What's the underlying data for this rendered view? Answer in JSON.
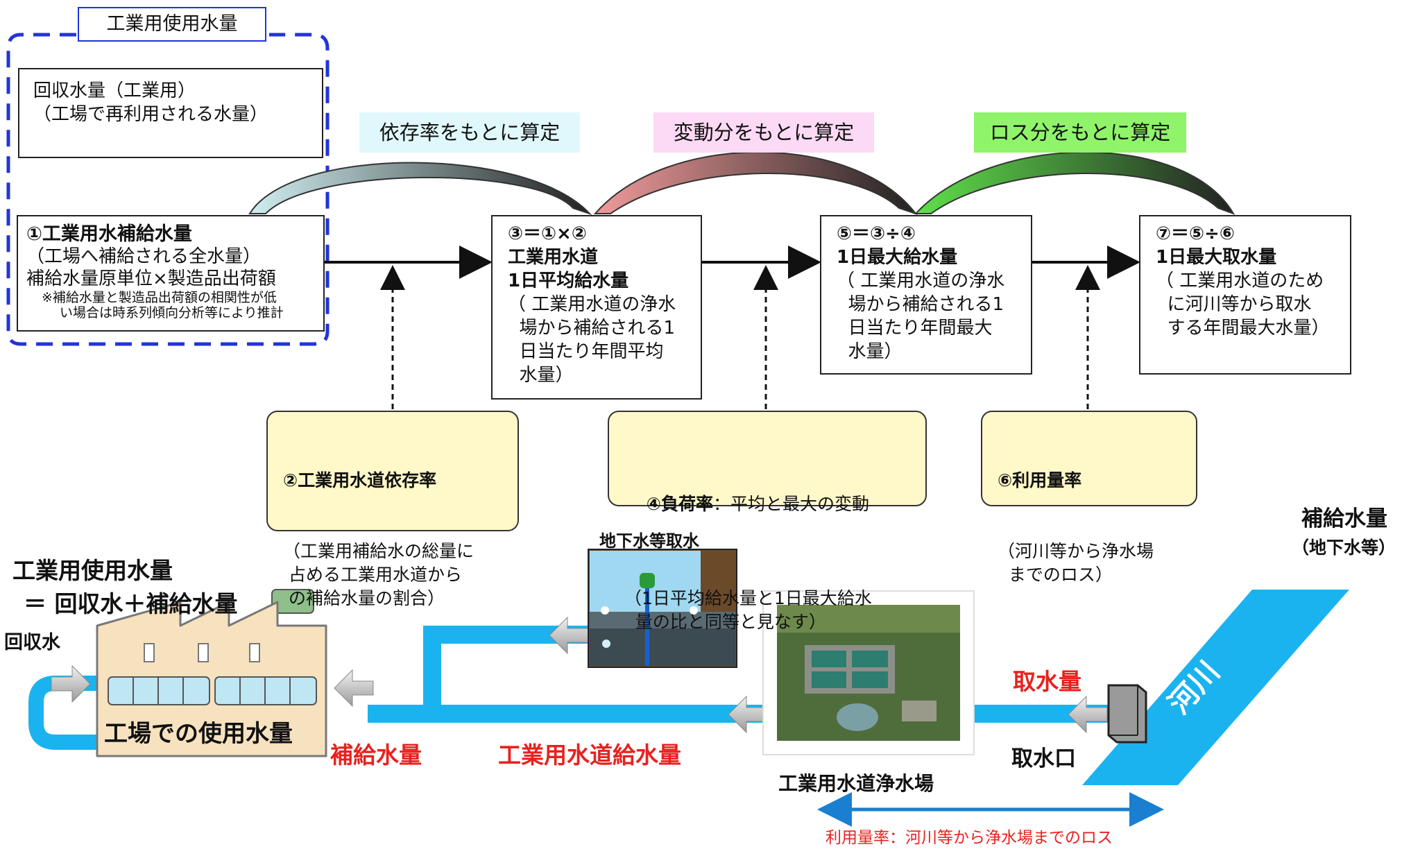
{
  "dashed_region": {
    "title": "工業用使用水量"
  },
  "recovered_box": {
    "line1": "回収水量（工業用）",
    "line2": "（工場で再利用される水量）"
  },
  "calc_labels": {
    "dependency": "依存率をもとに算定",
    "variation": "変動分をもとに算定",
    "loss": "ロス分をもとに算定"
  },
  "box1": {
    "title": "①工業用水補給水量",
    "line2": "（工場へ補給される全水量）",
    "line3": "補給水量原単位×製造品出荷額",
    "note1": "※補給水量と製造品出荷額の相関性が低",
    "note2": "い場合は時系列傾向分析等により推計"
  },
  "box3": {
    "formula": "③＝①×②",
    "title1": "工業用水道",
    "title2": "1日平均給水量",
    "desc": "（ 工業用水道の浄水\n  場から補給される1\n  日当たり年間平均\n  水量）"
  },
  "box5": {
    "formula": "⑤＝③÷④",
    "title": "1日最大給水量",
    "desc": "（ 工業用水道の浄水\n  場から補給される1\n  日当たり年間最大\n  水量）"
  },
  "box7": {
    "formula": "⑦＝⑤÷⑥",
    "title": "1日最大取水量",
    "desc": "（ 工業用水道のため\n  に河川等から取水\n  する年間最大水量）"
  },
  "note2": {
    "title": "②工業用水道依存率",
    "desc": "（工業用補給水の総量に\n 占める工業用水道から\n の補給水量の割合）"
  },
  "note4": {
    "title": "④負荷率",
    "title_suffix": "：平均と最大の変動",
    "desc": "（1日平均給水量と1日最大給水\n  量の比と同等と見なす）"
  },
  "note6": {
    "title": "⑥利用量率",
    "desc": "（河川等から浄水場\n  までのロス）"
  },
  "lower": {
    "usage_title": "工業用使用水量",
    "usage_formula": "＝ 回収水＋補給水量",
    "recovered_water": "回収水",
    "factory_label": "工場での使用水量",
    "supply_volume_red": "補給水量",
    "waterworks_supply_red": "工業用水道給水量",
    "groundwater_intake": "地下水等取水",
    "plant_name": "工業用水道浄水場",
    "intake_volume_red": "取水量",
    "intake_port": "取水口",
    "river": "河川",
    "supply_right_title": "補給水量",
    "supply_right_sub": "（地下水等）",
    "usage_rate_caption": "利用量率：河川等から浄水場までのロス"
  },
  "colors": {
    "dashed_blue": "#2233dd",
    "pipe_blue": "#1ab3f0",
    "label_cyan": "#e0f8fb",
    "label_pink": "#fcd9f4",
    "label_green": "#90f46a",
    "note_yellow": "#fff8c8",
    "red_text": "#e8211e",
    "arrow_blue": "#1a7fd0"
  }
}
